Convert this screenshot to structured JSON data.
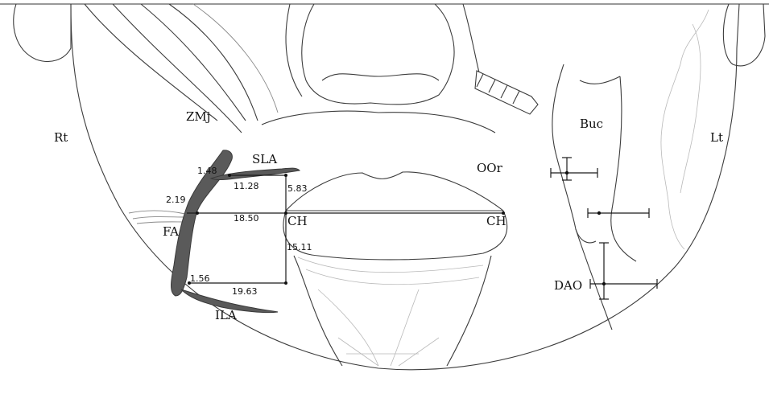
{
  "labels": {
    "rt": "Rt",
    "lt": "Lt",
    "zmj": "ZMj",
    "sla": "SLA",
    "oor": "OOr",
    "buc": "Buc",
    "ch_right": "CH",
    "ch_left": "CH",
    "fa": "FA",
    "ila": "ILA",
    "dao": "DAO"
  },
  "measurements": {
    "m_1_48": "1.48",
    "m_11_28": "11.28",
    "m_5_83": "5.83",
    "m_2_19": "2.19",
    "m_18_50": "18.50",
    "m_15_11": "15.11",
    "m_1_56": "1.56",
    "m_19_63": "19.63"
  }
}
